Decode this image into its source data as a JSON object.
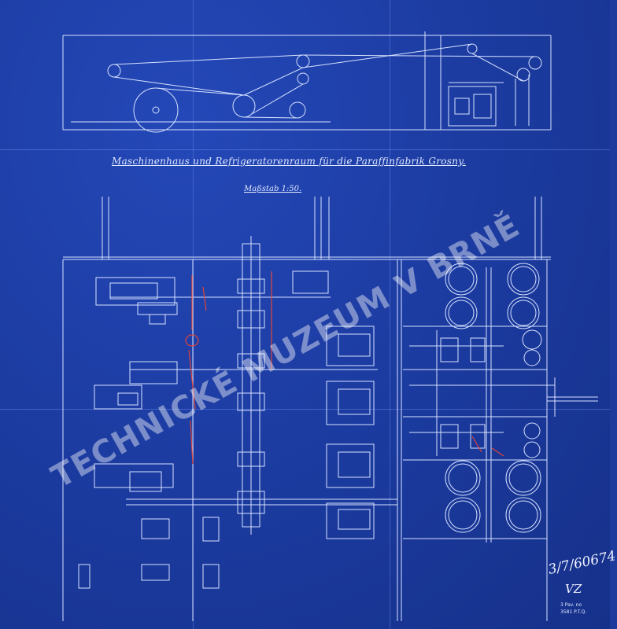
{
  "drawing": {
    "title": "Maschinenhaus und Refrigeratorenraum für die Paraffinfabrik Grosny.",
    "scale": "Maßstab 1:50."
  },
  "watermark": {
    "text": "TECHNICKÉ MUZEUM V BRNĚ"
  },
  "archive": {
    "inventory_number": "3/7/60674",
    "initials": "VZ",
    "note_line1": "3 Pav. no",
    "note_line2": "3581 P.T.Q."
  },
  "colors": {
    "paper": "#1b3a9e",
    "lines": "#dfe8ff",
    "red_marks": "#e0453a"
  }
}
